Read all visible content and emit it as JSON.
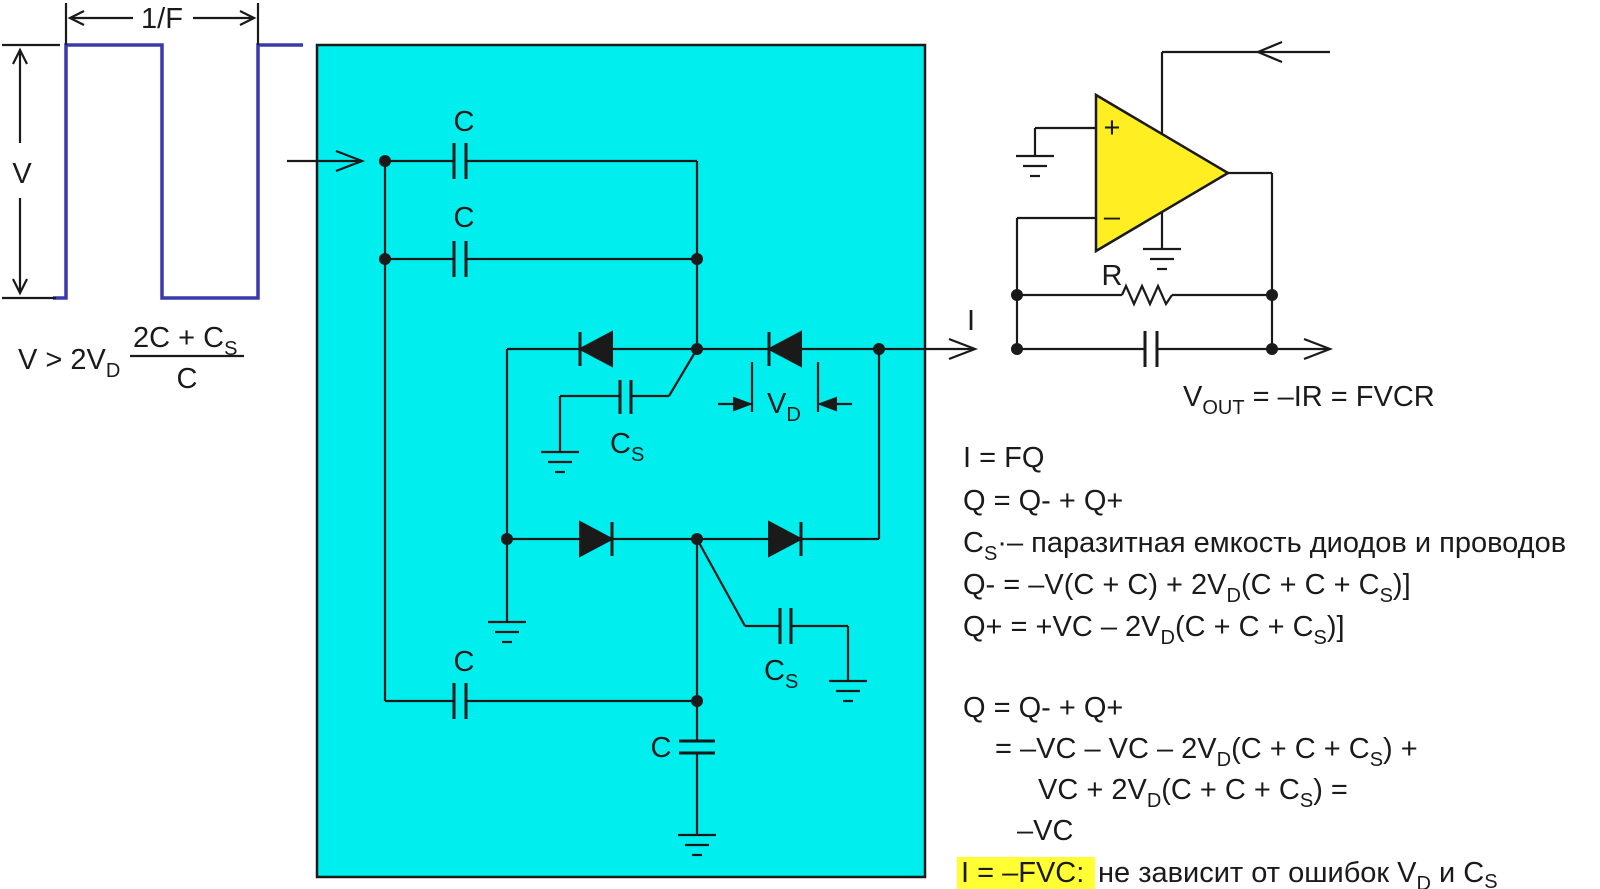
{
  "colors": {
    "box": "#00eeee",
    "pulse": "#3a3aaa",
    "opamp": "#ffee22",
    "highlight": "#ffff33",
    "ink": "#1a1a1a"
  },
  "pulse": {
    "period_label": "1/F",
    "amplitude_label": "V"
  },
  "condition": {
    "lhs": "V > 2V",
    "lhs_sub": "D",
    "numerator": "2C + C",
    "numerator_sub": "S",
    "denominator": "C"
  },
  "components": {
    "cap_label": "C",
    "cs_label": "C",
    "cs_sub": "S",
    "vd_label": "V",
    "vd_sub": "D",
    "current_label": "I",
    "resistor_label": "R",
    "opamp_plus": "+",
    "opamp_minus": "–"
  },
  "vout": {
    "v": "V",
    "sub": "OUT",
    "rest": " = –IR = FVCR"
  },
  "equations": {
    "l1": "I = FQ",
    "l2": "Q = Q- + Q+",
    "l3_a": "C",
    "l3_sub": "S",
    "l3_b": "·– паразитная емкость диодов и проводов",
    "l4_a": "Q- = –V(C + C) + 2V",
    "l4_sub1": "D",
    "l4_b": "(C + C + C",
    "l4_sub2": "S",
    "l4_c": ")]",
    "l5_a": "Q+ = +VC – 2V",
    "l5_sub1": "D",
    "l5_b": "(C + C + C",
    "l5_sub2": "S",
    "l5_c": ")]",
    "l6": "Q = Q- + Q+",
    "l7_a": "= –VC – VC – 2V",
    "l7_sub1": "D",
    "l7_b": "(C + C + C",
    "l7_sub2": "S",
    "l7_c": ") +",
    "l8_a": "VC + 2V",
    "l8_sub1": "D",
    "l8_b": "(C + C + C",
    "l8_sub2": "S",
    "l8_c": ") =",
    "l9": "–VC",
    "result": "I = –FVC:",
    "note_a": "  не зависит от ошибок V",
    "note_sub1": "D",
    "note_b": " и C",
    "note_sub2": "S"
  }
}
